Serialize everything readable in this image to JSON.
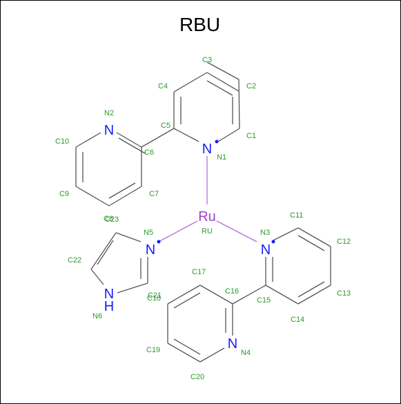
{
  "title": "RBU",
  "colors": {
    "bond": "#555555",
    "metal_bond": "#b070e0",
    "atom_label": "#2a9a2a",
    "nitrogen": "#1a1aff",
    "metal": "#a040d0",
    "border": "#000000"
  },
  "atoms": [
    {
      "id": "C1",
      "label": "C1"
    },
    {
      "id": "C2",
      "label": "C2"
    },
    {
      "id": "C3",
      "label": "C3"
    },
    {
      "id": "C4",
      "label": "C4"
    },
    {
      "id": "C5",
      "label": "C5"
    },
    {
      "id": "C6",
      "label": "C6"
    },
    {
      "id": "C7",
      "label": "C7"
    },
    {
      "id": "C9",
      "label": "C9"
    },
    {
      "id": "C10",
      "label": "C10"
    },
    {
      "id": "N2",
      "label": "N2"
    },
    {
      "id": "N1",
      "label": "N1"
    },
    {
      "id": "RU",
      "label": "RU"
    },
    {
      "id": "N3",
      "label": "N3"
    },
    {
      "id": "N5",
      "label": "N5"
    },
    {
      "id": "C11",
      "label": "C11"
    },
    {
      "id": "C12",
      "label": "C12"
    },
    {
      "id": "C13",
      "label": "C13"
    },
    {
      "id": "C14",
      "label": "C14"
    },
    {
      "id": "C15",
      "label": "C15"
    },
    {
      "id": "C16",
      "label": "C16"
    },
    {
      "id": "C17",
      "label": "C17"
    },
    {
      "id": "C19",
      "label": "C19"
    },
    {
      "id": "C20",
      "label": "C20"
    },
    {
      "id": "N4",
      "label": "N4"
    },
    {
      "id": "C22",
      "label": "C22"
    },
    {
      "id": "N6",
      "label": "N6"
    },
    {
      "id": "C21",
      "label": "C21"
    },
    {
      "id": "C18",
      "label": "C18"
    },
    {
      "id": "C8",
      "label": "C8"
    },
    {
      "id": "C23",
      "label": "C23"
    }
  ],
  "elements": {
    "N": "N",
    "Ru": "Ru",
    "NH_N": "N",
    "NH_H": "H"
  }
}
